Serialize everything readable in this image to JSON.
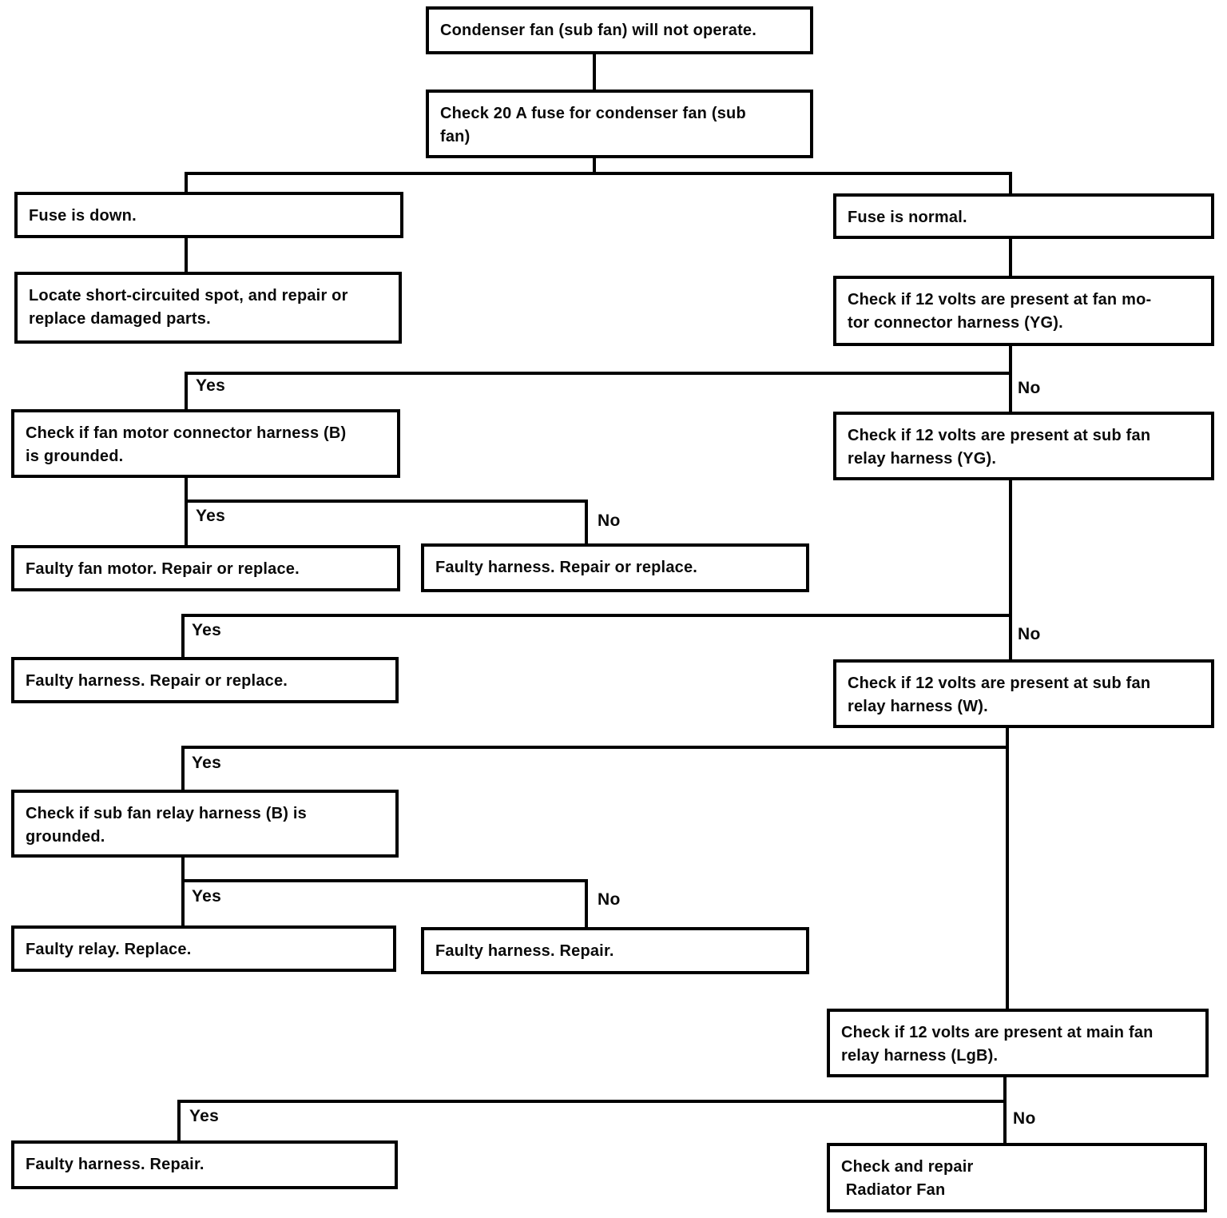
{
  "labels": {
    "yes": "Yes",
    "no": "No"
  },
  "nodes": {
    "root": "Condenser fan (sub fan) will not operate.",
    "check_fuse": "Check 20 A fuse for condenser fan (sub\nfan)",
    "fuse_down": "Fuse is down.",
    "locate_short": "Locate short-circuited spot, and repair or\nreplace damaged parts.",
    "fuse_normal": "Fuse is normal.",
    "check_12v_fan_motor": "Check if 12 volts are present at fan mo-\ntor connector harness (YG).",
    "check_fan_motor_grounded": "Check if fan motor connector harness (B)\nis grounded.",
    "check_12v_subfan_yg": "Check if 12 volts are present at sub fan\nrelay harness (YG).",
    "faulty_fan_motor": "Faulty fan motor. Repair or replace.",
    "faulty_harness_1": "Faulty harness. Repair or replace.",
    "faulty_harness_2": "Faulty harness. Repair or replace.",
    "check_12v_subfan_w": "Check if 12 volts are present at sub fan\nrelay harness (W).",
    "check_subfan_relay_grounded": "Check if sub fan relay harness (B) is\ngrounded.",
    "faulty_relay": "Faulty relay. Replace.",
    "faulty_harness_3": "Faulty harness. Repair.",
    "check_12v_mainfan": "Check if 12 volts are present at main fan\nrelay harness (LgB).",
    "faulty_harness_4": "Faulty harness. Repair.",
    "check_repair_radiator": "Check and repair\n Radiator Fan"
  },
  "edges": [
    {
      "from": "root",
      "to": "check_fuse",
      "label": ""
    },
    {
      "from": "check_fuse",
      "to": "fuse_down",
      "label": ""
    },
    {
      "from": "check_fuse",
      "to": "fuse_normal",
      "label": ""
    },
    {
      "from": "fuse_down",
      "to": "locate_short",
      "label": ""
    },
    {
      "from": "fuse_normal",
      "to": "check_12v_fan_motor",
      "label": ""
    },
    {
      "from": "check_12v_fan_motor",
      "to": "check_fan_motor_grounded",
      "label": "Yes"
    },
    {
      "from": "check_12v_fan_motor",
      "to": "check_12v_subfan_yg",
      "label": "No"
    },
    {
      "from": "check_fan_motor_grounded",
      "to": "faulty_fan_motor",
      "label": "Yes"
    },
    {
      "from": "check_fan_motor_grounded",
      "to": "faulty_harness_1",
      "label": "No"
    },
    {
      "from": "check_12v_subfan_yg",
      "to": "faulty_harness_2",
      "label": "Yes"
    },
    {
      "from": "check_12v_subfan_yg",
      "to": "check_12v_subfan_w",
      "label": "No"
    },
    {
      "from": "check_12v_subfan_w",
      "to": "check_subfan_relay_grounded",
      "label": "Yes"
    },
    {
      "from": "check_12v_subfan_w",
      "to": "check_12v_mainfan",
      "label": ""
    },
    {
      "from": "check_subfan_relay_grounded",
      "to": "faulty_relay",
      "label": "Yes"
    },
    {
      "from": "check_subfan_relay_grounded",
      "to": "faulty_harness_3",
      "label": "No"
    },
    {
      "from": "check_12v_mainfan",
      "to": "faulty_harness_4",
      "label": "Yes"
    },
    {
      "from": "check_12v_mainfan",
      "to": "check_repair_radiator",
      "label": "No"
    }
  ]
}
